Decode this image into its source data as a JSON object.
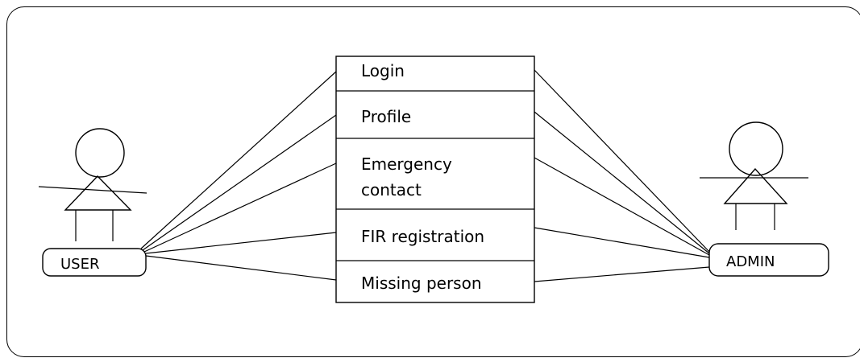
{
  "diagram": {
    "use_cases": [
      {
        "lines": [
          "Login"
        ]
      },
      {
        "lines": [
          "Profile"
        ]
      },
      {
        "lines": [
          "Emergency",
          "contact"
        ]
      },
      {
        "lines": [
          "FIR registration"
        ]
      },
      {
        "lines": [
          "Missing person"
        ]
      }
    ],
    "actors": {
      "user": {
        "label": "USER"
      },
      "admin": {
        "label": "ADMIN"
      }
    }
  }
}
